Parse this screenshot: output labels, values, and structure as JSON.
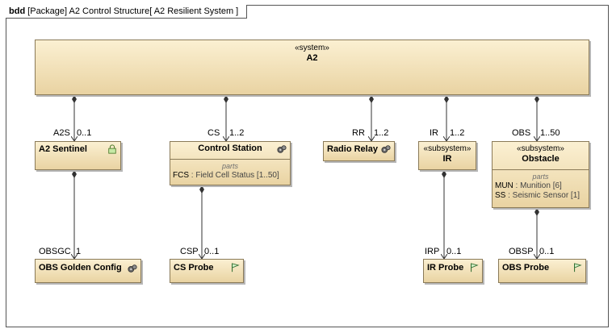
{
  "frame": {
    "keyword": "bdd",
    "title": "[Package] A2 Control Structure[ A2 Resilient System ]"
  },
  "blocks": {
    "a2": {
      "stereotype": "«system»",
      "name": "A2"
    },
    "sentinel": {
      "name": "A2 Sentinel",
      "icon": "lock-icon"
    },
    "control_station": {
      "name": "Control Station",
      "icon": "gears-icon",
      "parts_title": "parts",
      "parts": [
        {
          "name": "FCS",
          "type": " : Field Cell Status [1..50]"
        }
      ]
    },
    "radio_relay": {
      "name": "Radio Relay",
      "icon": "gears-icon"
    },
    "ir": {
      "stereotype": "«subsystem»",
      "name": "IR"
    },
    "obstacle": {
      "stereotype": "«subsystem»",
      "name": "Obstacle",
      "parts_title": "parts",
      "parts": [
        {
          "name": "MUN",
          "type": " : Munition [6]"
        },
        {
          "name": "SS",
          "type": " : Seismic Sensor [1]"
        }
      ]
    },
    "obs_golden_config": {
      "name": "OBS Golden Config",
      "icon": "gears-icon"
    },
    "cs_probe": {
      "name": "CS Probe",
      "icon": "flag-icon"
    },
    "ir_probe": {
      "name": "IR Probe",
      "icon": "flag-icon"
    },
    "obs_probe": {
      "name": "OBS Probe",
      "icon": "flag-icon"
    }
  },
  "associations": {
    "a2s": {
      "role": "A2S",
      "mult": "0..1"
    },
    "cs": {
      "role": "CS",
      "mult": "1..2"
    },
    "rr": {
      "role": "RR",
      "mult": "1..2"
    },
    "ir": {
      "role": "IR",
      "mult": "1..2"
    },
    "obs": {
      "role": "OBS",
      "mult": "1..50"
    },
    "obsgc": {
      "role": "OBSGC",
      "mult": "1"
    },
    "csp": {
      "role": "CSP",
      "mult": "0..1"
    },
    "irp": {
      "role": "IRP",
      "mult": "0..1"
    },
    "obsp": {
      "role": "OBSP",
      "mult": "0..1"
    }
  },
  "colors": {
    "block_fill_top": "#fbf0d2",
    "block_fill_bottom": "#e9d3a2",
    "block_border": "#8a7a58"
  }
}
